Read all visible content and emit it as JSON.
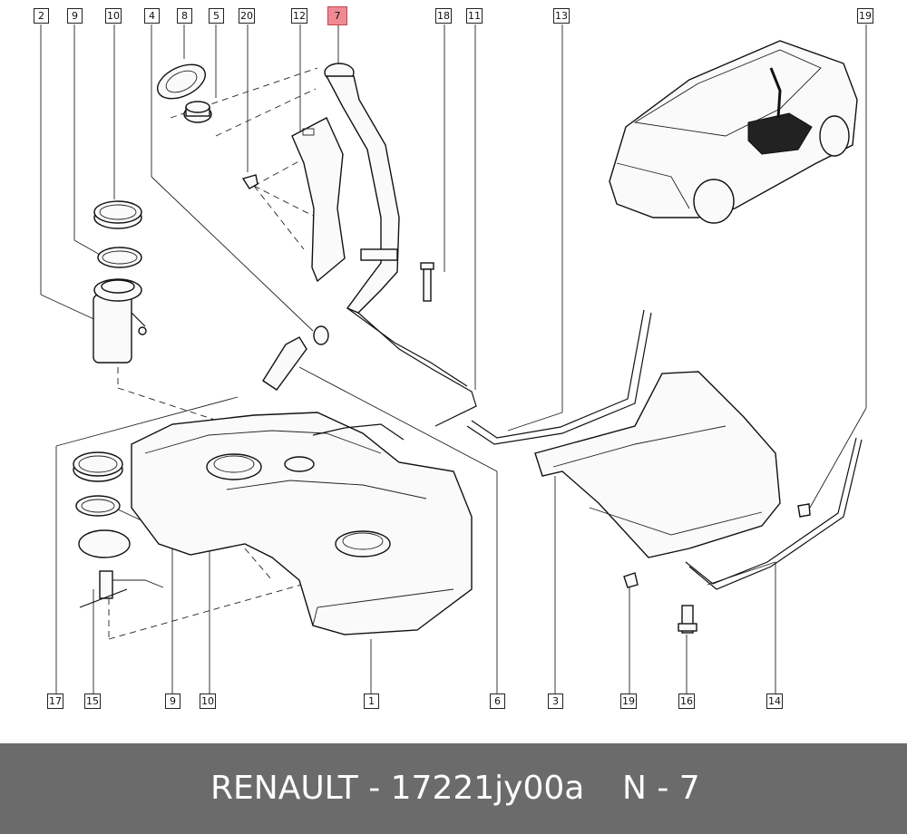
{
  "callouts": [
    {
      "id": "c2",
      "label": "2"
    },
    {
      "id": "c9a",
      "label": "9"
    },
    {
      "id": "c10a",
      "label": "10"
    },
    {
      "id": "c4",
      "label": "4"
    },
    {
      "id": "c8",
      "label": "8"
    },
    {
      "id": "c5",
      "label": "5"
    },
    {
      "id": "c20",
      "label": "20"
    },
    {
      "id": "c12",
      "label": "12"
    },
    {
      "id": "c7",
      "label": "7"
    },
    {
      "id": "c18",
      "label": "18"
    },
    {
      "id": "c11",
      "label": "11"
    },
    {
      "id": "c13",
      "label": "13"
    },
    {
      "id": "c19a",
      "label": "19"
    },
    {
      "id": "c17",
      "label": "17"
    },
    {
      "id": "c15",
      "label": "15"
    },
    {
      "id": "c9b",
      "label": "9"
    },
    {
      "id": "c10b",
      "label": "10"
    },
    {
      "id": "c1",
      "label": "1"
    },
    {
      "id": "c6",
      "label": "6"
    },
    {
      "id": "c3",
      "label": "3"
    },
    {
      "id": "c19b",
      "label": "19"
    },
    {
      "id": "c16",
      "label": "16"
    },
    {
      "id": "c14",
      "label": "14"
    }
  ],
  "highlight_color": "#ef8a92",
  "footer": {
    "brand_part": "RENAULT - 17221jy00a",
    "position": "N - 7"
  }
}
